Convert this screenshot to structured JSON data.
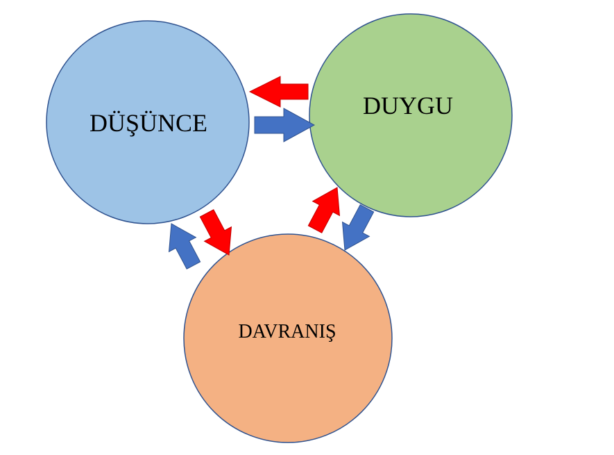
{
  "nodes": {
    "dusunce": {
      "label": "DÜŞÜNCE",
      "fill": "#9DC3E6",
      "stroke": "#2F528F"
    },
    "duygu": {
      "label": "DUYGU",
      "fill": "#A9D18E",
      "stroke": "#2F528F"
    },
    "davranis": {
      "label": "DAVRANIŞ",
      "fill": "#F4B183",
      "stroke": "#2F528F"
    }
  },
  "colors": {
    "arrow_red": "#FF0000",
    "arrow_red_stroke": "#C00000",
    "arrow_blue": "#4472C4",
    "arrow_blue_stroke": "#2F528F"
  },
  "arrows": [
    {
      "id": "duygu-to-dusunce",
      "color": "red"
    },
    {
      "id": "dusunce-to-duygu",
      "color": "blue"
    },
    {
      "id": "dusunce-to-davranis",
      "color": "red"
    },
    {
      "id": "davranis-to-dusunce",
      "color": "blue"
    },
    {
      "id": "davranis-to-duygu",
      "color": "red"
    },
    {
      "id": "duygu-to-davranis",
      "color": "blue"
    }
  ]
}
